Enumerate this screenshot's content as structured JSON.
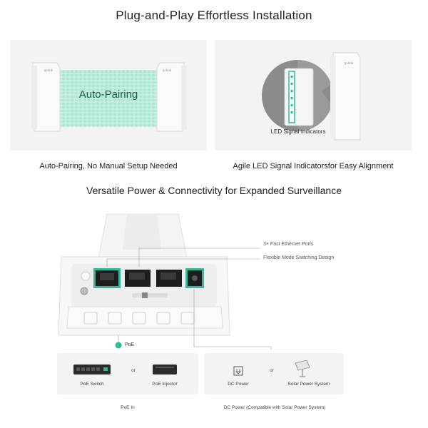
{
  "section1": {
    "title": "Plug-and-Play Effortless Installation",
    "left_panel": {
      "overlay_text": "Auto-Pairing",
      "caption": "Auto-Pairing, No Manual Setup Needed"
    },
    "right_panel": {
      "callout_label": "LED Signal Indicators",
      "caption": "Agile LED Signal Indicatorsfor Easy Alignment"
    }
  },
  "section2": {
    "title": "Versatile Power & Connectivity for Expanded Surveillance",
    "callouts": [
      "3× Fast Ethernet Ports",
      "Flexible Mode Switching Design"
    ],
    "poe_label": "PoE",
    "left_group": {
      "items": [
        "PoE Switch",
        "PoE Injector"
      ],
      "or_text": "or",
      "caption": "PoE In"
    },
    "right_group": {
      "items": [
        "DC Power",
        "Solar Power System"
      ],
      "or_text": "or",
      "caption": "DC Power (Compatible with Solar Power System)"
    }
  },
  "colors": {
    "accent_green": "#2fb89a",
    "panel_bg": "#f3f3f3",
    "device_white": "#fafafa"
  }
}
